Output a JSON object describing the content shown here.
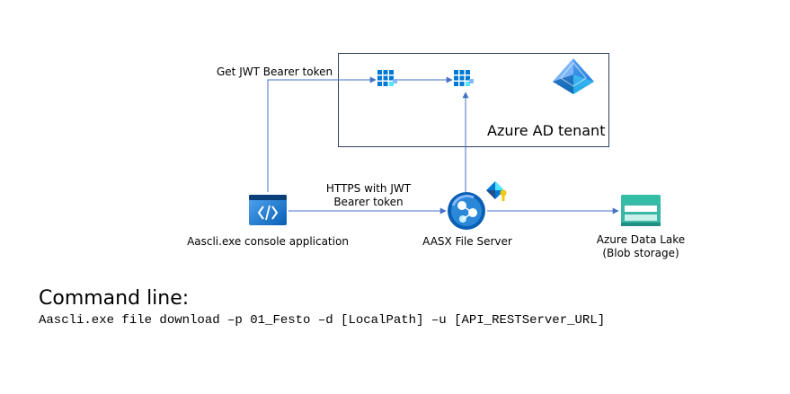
{
  "diagram": {
    "tenant_label": "Azure AD tenant",
    "edges": {
      "get_token_label": "Get JWT Bearer token",
      "https_label_line1": "HTTPS with JWT",
      "https_label_line2": "Bearer token"
    },
    "nodes": {
      "console_app": {
        "label": "Aascli.exe console application",
        "icon": "code-window-icon"
      },
      "file_server": {
        "label": "AASX File Server",
        "icon": "app-service-icon"
      },
      "data_lake": {
        "label_line1": "Azure Data Lake",
        "label_line2": "(Blob storage)",
        "icon": "storage-account-icon"
      },
      "app_registration_1": {
        "icon": "app-registration-icon"
      },
      "app_registration_2": {
        "icon": "app-registration-icon"
      },
      "azure_ad": {
        "icon": "azure-active-directory-icon"
      },
      "managed_identity": {
        "icon": "managed-identity-icon"
      }
    }
  },
  "command": {
    "heading": "Command line:",
    "text": "Aascli.exe file download –p 01_Festo –d [LocalPath] –u [API_RESTServer_URL]"
  },
  "colors": {
    "line": "#4472c4",
    "tenant_border": "#2f3f5f",
    "azure_blue": "#0078d4",
    "storage_teal": "#3ab7a6"
  }
}
